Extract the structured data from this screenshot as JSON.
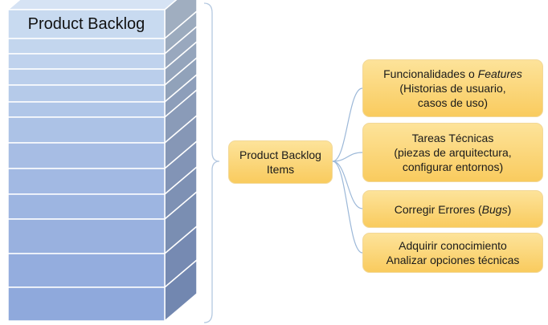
{
  "stack": {
    "title": "Product Backlog"
  },
  "center": {
    "label": "Product Backlog\nItems"
  },
  "items": [
    {
      "before": "Funcionalidades o ",
      "italic": "Features",
      "after": "\n(Historias de usuario,\ncasos de uso)"
    },
    {
      "before": "Tareas Técnicas\n(piezas de arquitectura,\nconfigurar entornos)",
      "italic": "",
      "after": ""
    },
    {
      "before": "Corregir Errores (",
      "italic": "Bugs",
      "after": ")"
    },
    {
      "before": "Adquirir conocimiento\nAnalizar opciones técnicas",
      "italic": "",
      "after": ""
    }
  ],
  "colors": {
    "layer_light": "#c8daf0",
    "layer_dark": "#8fa9dc",
    "layer_stroke": "#ffffff",
    "box_fill": "#f9cb5e",
    "connector": "#9cb8d8"
  }
}
